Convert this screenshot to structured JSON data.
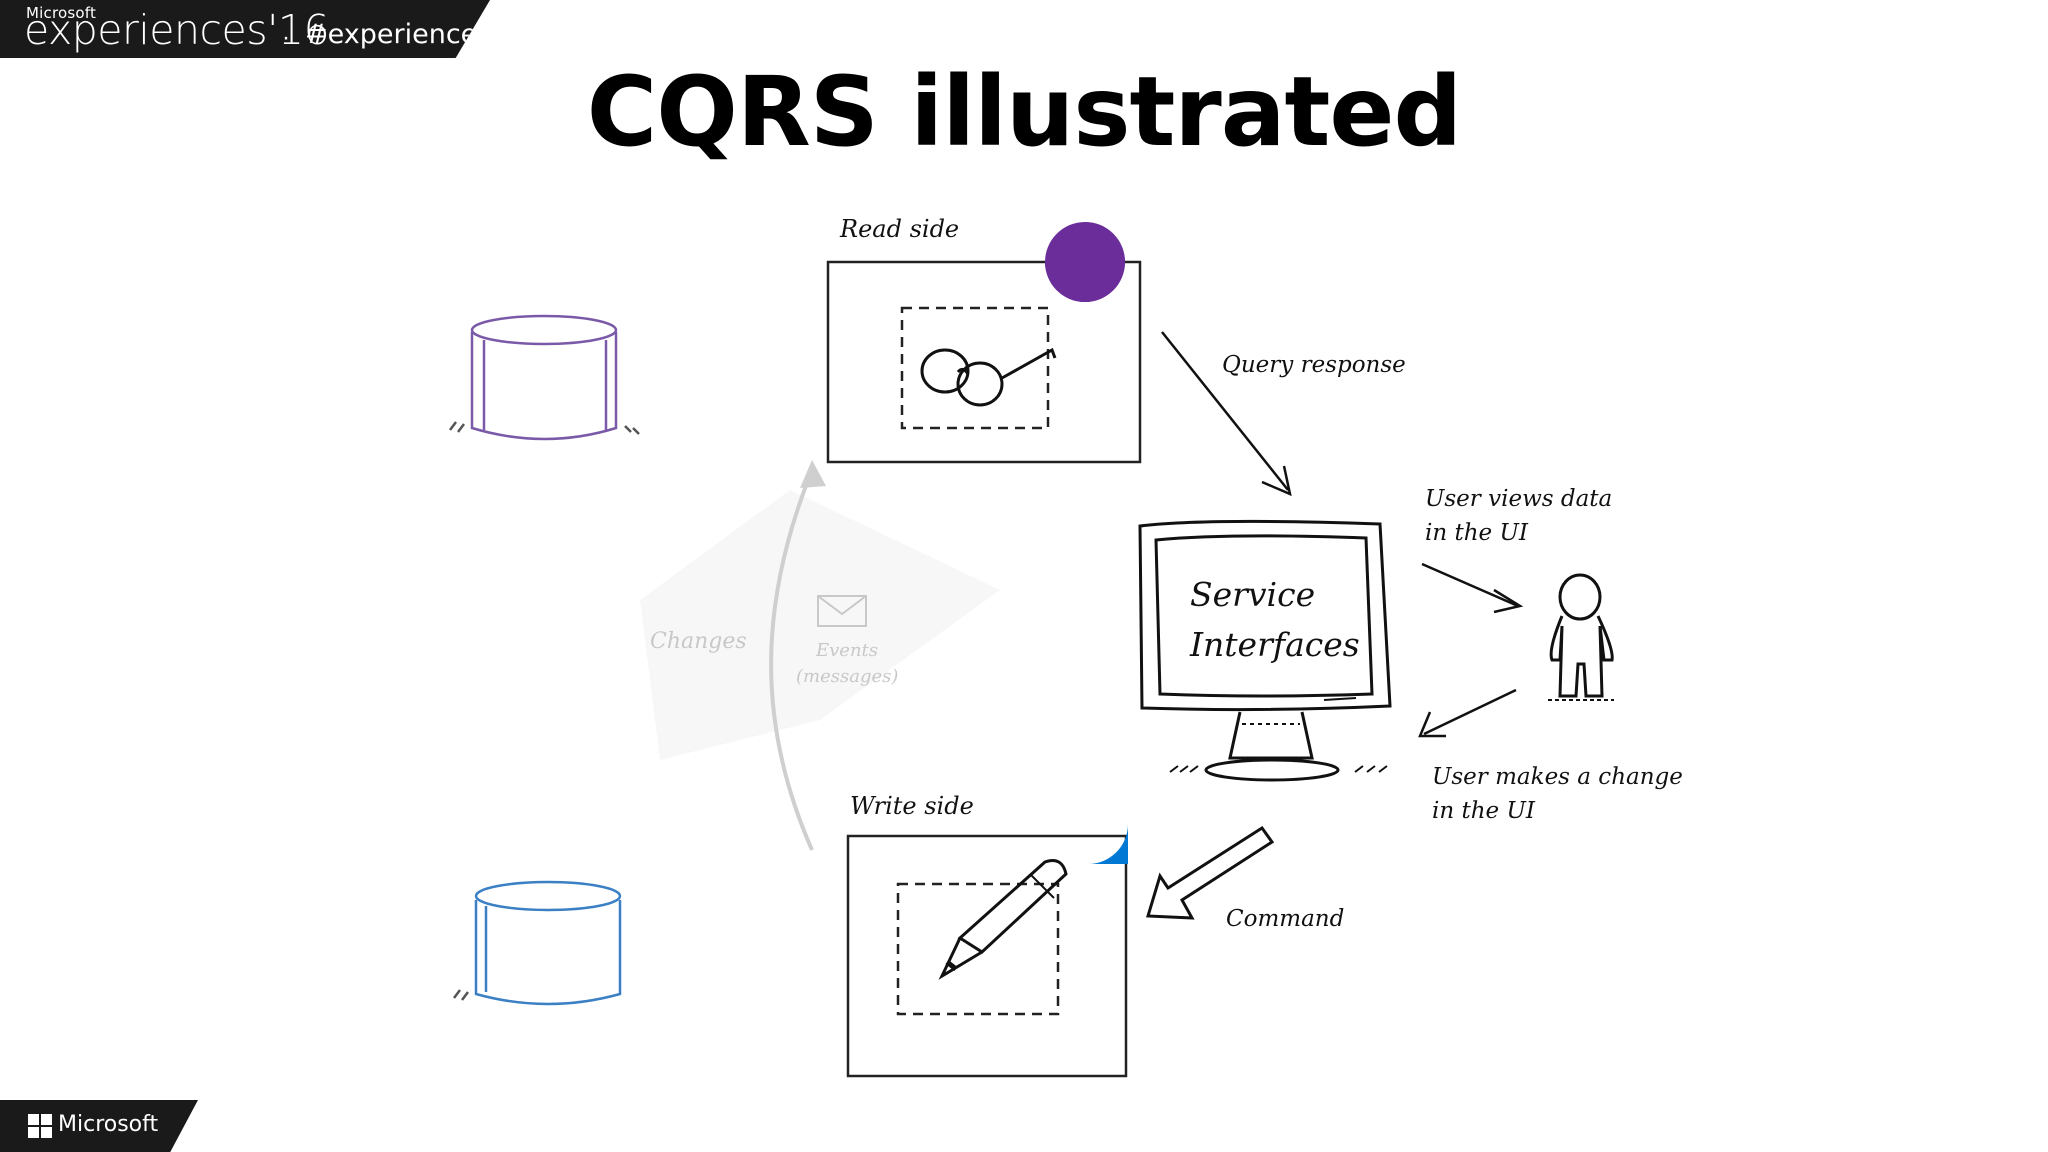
{
  "header": {
    "brand_small": "Microsoft",
    "brand_main": "experiences'16",
    "separator": "·",
    "hashtag": "#experiences"
  },
  "title": "CQRS illustrated",
  "footer": {
    "brand": "Microsoft"
  },
  "diagram": {
    "read_side": "Read side",
    "query_response": "Query response",
    "service": "Service",
    "interfaces": "Interfaces",
    "user_views_1": "User views data",
    "user_views_2": "in the UI",
    "user_makes_1": "User makes a change",
    "user_makes_2": "in the UI",
    "write_side": "Write side",
    "command": "Command",
    "changes": "Changes",
    "events": "Events",
    "messages": "(messages)"
  },
  "colors": {
    "read_db": "#7a5aa8",
    "write_db": "#3b7fc4",
    "read_marker": "#6a2d9a",
    "write_marker": "#0078d4"
  },
  "icons": {
    "read": "glasses-icon",
    "write": "pencil-icon",
    "events": "envelope-icon",
    "user": "person-icon"
  }
}
